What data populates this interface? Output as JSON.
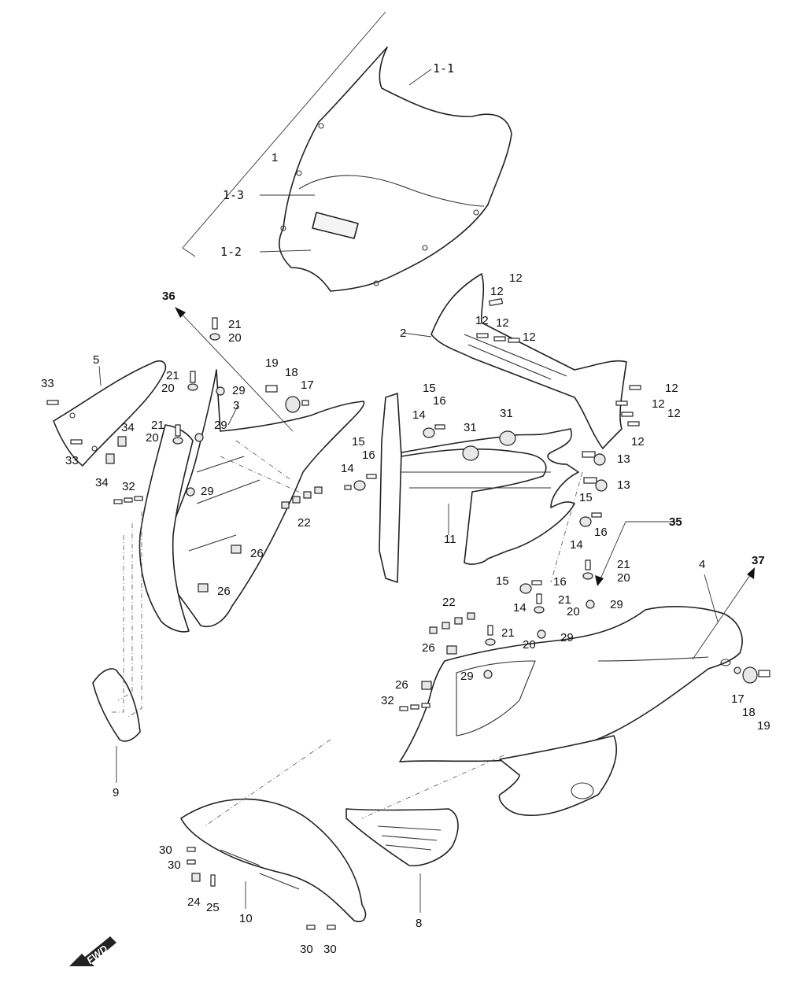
{
  "labels": {
    "l1": "1",
    "l1_1": "1-1",
    "l1_2": "1-2",
    "l1_3": "1-3",
    "l2": "2",
    "l3": "3",
    "l4": "4",
    "l5": "5",
    "l8": "8",
    "l9": "9",
    "l10": "10",
    "l11": "11",
    "l12a": "12",
    "l12b": "12",
    "l12c": "12",
    "l12d": "12",
    "l12e": "12",
    "l12f": "12",
    "l12g": "12",
    "l12h": "12",
    "l12i": "12",
    "l13a": "13",
    "l13b": "13",
    "l14a": "14",
    "l14b": "14",
    "l14c": "14",
    "l14d": "14",
    "l15a": "15",
    "l15b": "15",
    "l15c": "15",
    "l15d": "15",
    "l16a": "16",
    "l16b": "16",
    "l16c": "16",
    "l16d": "16",
    "l17a": "17",
    "l17b": "17",
    "l18a": "18",
    "l18b": "18",
    "l19a": "19",
    "l19b": "19",
    "l20a": "20",
    "l20b": "20",
    "l20c": "20",
    "l20d": "20",
    "l20e": "20",
    "l20f": "20",
    "l21a": "21",
    "l21b": "21",
    "l21c": "21",
    "l21d": "21",
    "l21e": "21",
    "l21f": "21",
    "l22a": "22",
    "l22b": "22",
    "l24": "24",
    "l25": "25",
    "l26a": "26",
    "l26b": "26",
    "l26c": "26",
    "l26d": "26",
    "l29a": "29",
    "l29b": "29",
    "l29c": "29",
    "l29d": "29",
    "l29e": "29",
    "l29f": "29",
    "l30a": "30",
    "l30b": "30",
    "l30c": "30",
    "l30d": "30",
    "l31a": "31",
    "l31b": "31",
    "l32a": "32",
    "l32b": "32",
    "l33a": "33",
    "l33b": "33",
    "l34a": "34",
    "l34b": "34",
    "l35": "35",
    "l36": "36",
    "l37": "37"
  },
  "fwd_badge": "FWD"
}
